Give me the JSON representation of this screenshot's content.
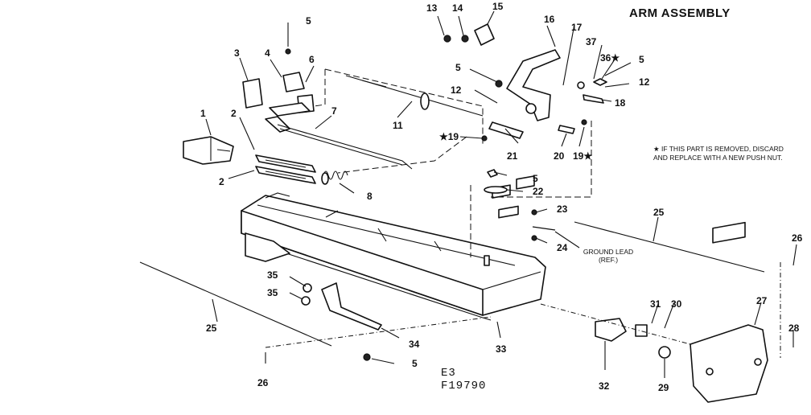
{
  "title": "ARM ASSEMBLY",
  "note": "★ IF THIS PART IS REMOVED, DISCARD AND REPLACE WITH A NEW PUSH NUT.",
  "ground_lead": "GROUND LEAD (REF.)",
  "code_line1": "E3",
  "code_line2": "F19790",
  "callouts": {
    "p1": "1",
    "p2a": "2",
    "p2b": "2",
    "p3": "3",
    "p4": "4",
    "p5a": "5",
    "p5b": "5",
    "p5c": "5",
    "p5d": "5",
    "p5e": "5",
    "p6": "6",
    "p7": "7",
    "p8": "8",
    "p11": "11",
    "p12a": "12",
    "p12b": "12",
    "p13": "13",
    "p14": "14",
    "p15": "15",
    "p16": "16",
    "p17": "17",
    "p18": "18",
    "p19a": "★19",
    "p19b": "19★",
    "p20": "20",
    "p21": "21",
    "p22": "22",
    "p23": "23",
    "p24": "24",
    "p25a": "25",
    "p25b": "25",
    "p26a": "26",
    "p26b": "26",
    "p27": "27",
    "p28": "28",
    "p29": "29",
    "p30": "30",
    "p31": "31",
    "p32": "32",
    "p33": "33",
    "p34": "34",
    "p35a": "35",
    "p35b": "35",
    "p36": "36★",
    "p37": "37"
  }
}
